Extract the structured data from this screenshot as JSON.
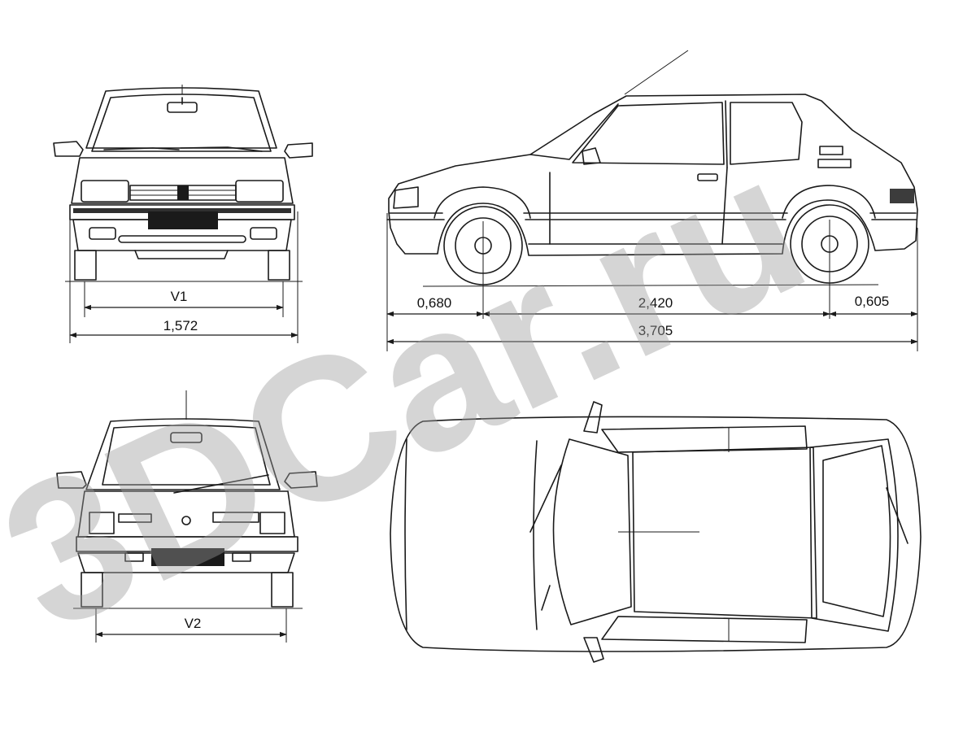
{
  "watermark": "3DCar.ru",
  "dimensions": {
    "front_track": "V1",
    "overall_width": "1,572",
    "front_overhang": "0,680",
    "wheelbase": "2,420",
    "rear_overhang": "0,605",
    "overall_length": "3,705",
    "rear_track": "V2"
  },
  "colors": {
    "ink": "#1a1a1a",
    "watermark": "#9a9a9a",
    "paper": "#ffffff"
  }
}
